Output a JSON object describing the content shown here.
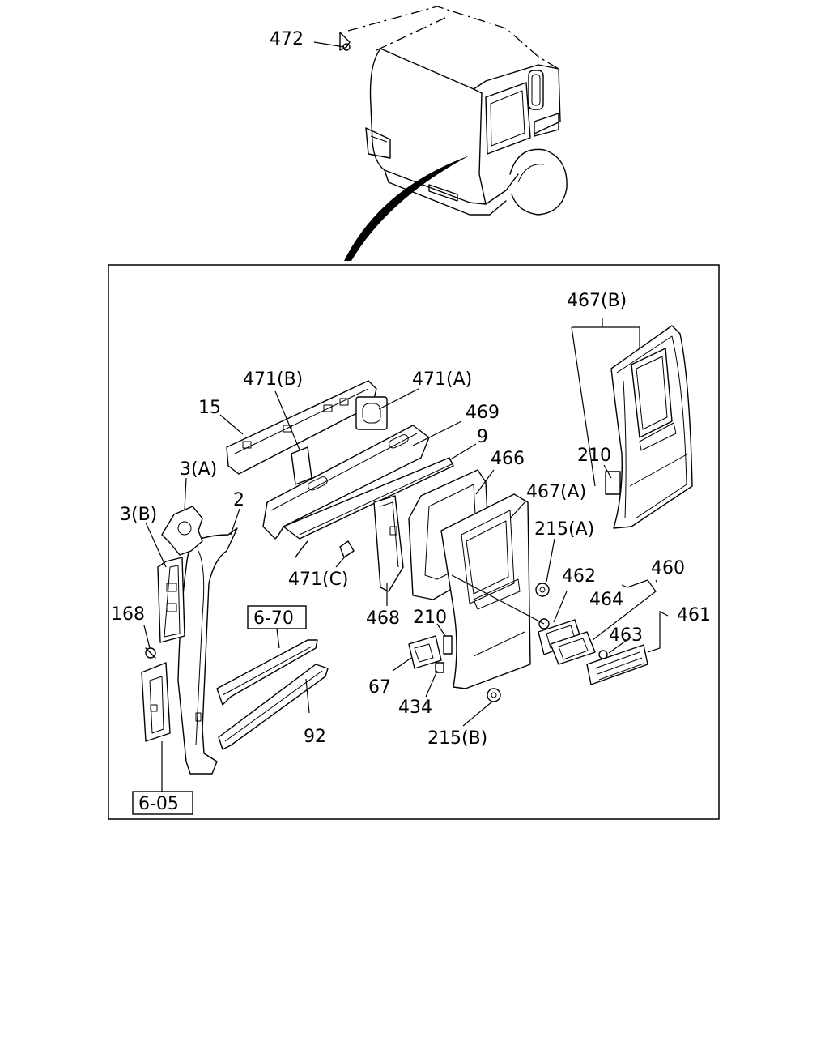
{
  "diagram": {
    "vehicle_callout": "472",
    "labels": {
      "p467B": "467(B)",
      "p471B": "471(B)",
      "p471A": "471(A)",
      "p15": "15",
      "p469": "469",
      "p9": "9",
      "p466": "466",
      "p210a": "210",
      "p467A": "467(A)",
      "p3A": "3(A)",
      "p3B": "3(B)",
      "p2": "2",
      "p215A": "215(A)",
      "p462": "462",
      "p460": "460",
      "p464": "464",
      "p461": "461",
      "p463": "463",
      "p471C": "471(C)",
      "p168": "168",
      "p468": "468",
      "p210b": "210",
      "p67": "67",
      "p434": "434",
      "p92": "92",
      "p215B": "215(B)"
    },
    "refs": {
      "r670": "6-70",
      "r605": "6-05"
    }
  }
}
